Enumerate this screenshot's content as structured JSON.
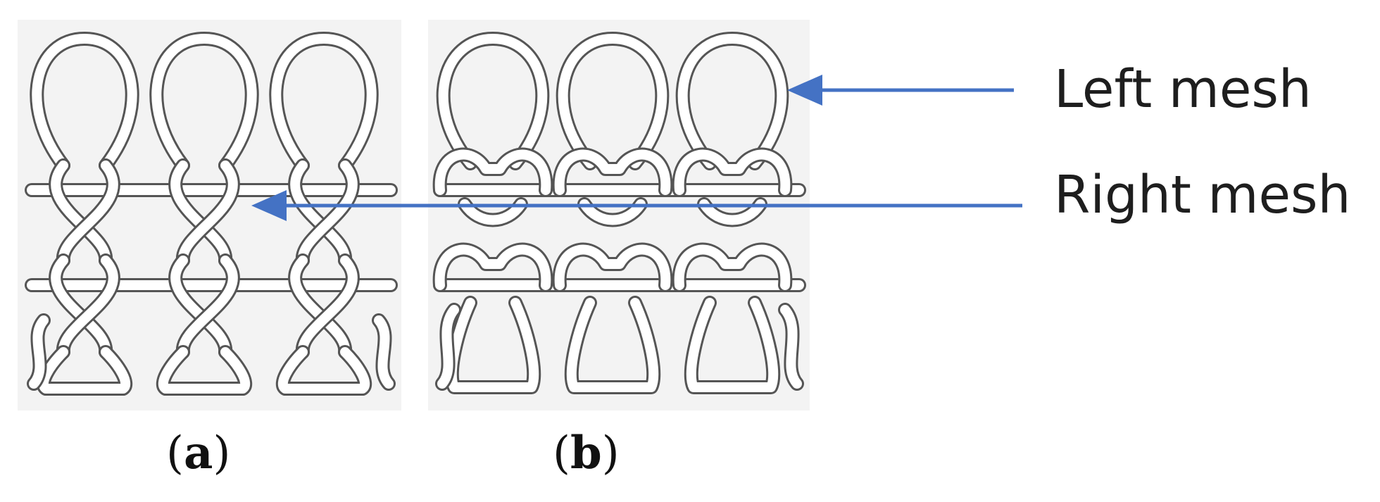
{
  "annotations": {
    "left_mesh": "Left mesh",
    "right_mesh": "Right mesh"
  },
  "panels": [
    {
      "letter": "a"
    },
    {
      "letter": "b"
    }
  ],
  "colors": {
    "arrow": "#4472c4",
    "yarn_outline": "#555555",
    "yarn_fill": "#ffffff",
    "panel_background": "#f3f3f3"
  }
}
